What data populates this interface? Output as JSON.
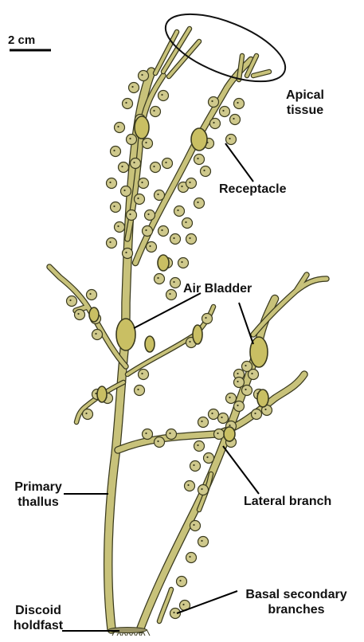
{
  "scale_bar": {
    "label": "2 cm"
  },
  "labels": {
    "apical_tissue": [
      "Apical",
      "tissue"
    ],
    "receptacle": "Receptacle",
    "air_bladder": "Air Bladder",
    "primary_thallus": [
      "Primary",
      "thallus"
    ],
    "lateral_branch": "Lateral branch",
    "basal_secondary_branches": [
      "Basal secondary",
      "branches"
    ],
    "discoid_holdfast": [
      "Discoid",
      "holdfast"
    ]
  },
  "colors": {
    "stem": "#c8c27a",
    "stem_outline": "#3a3a1e",
    "bladder": "#c9bf63",
    "receptacle": "#cfc98c",
    "leader": "#000000"
  }
}
